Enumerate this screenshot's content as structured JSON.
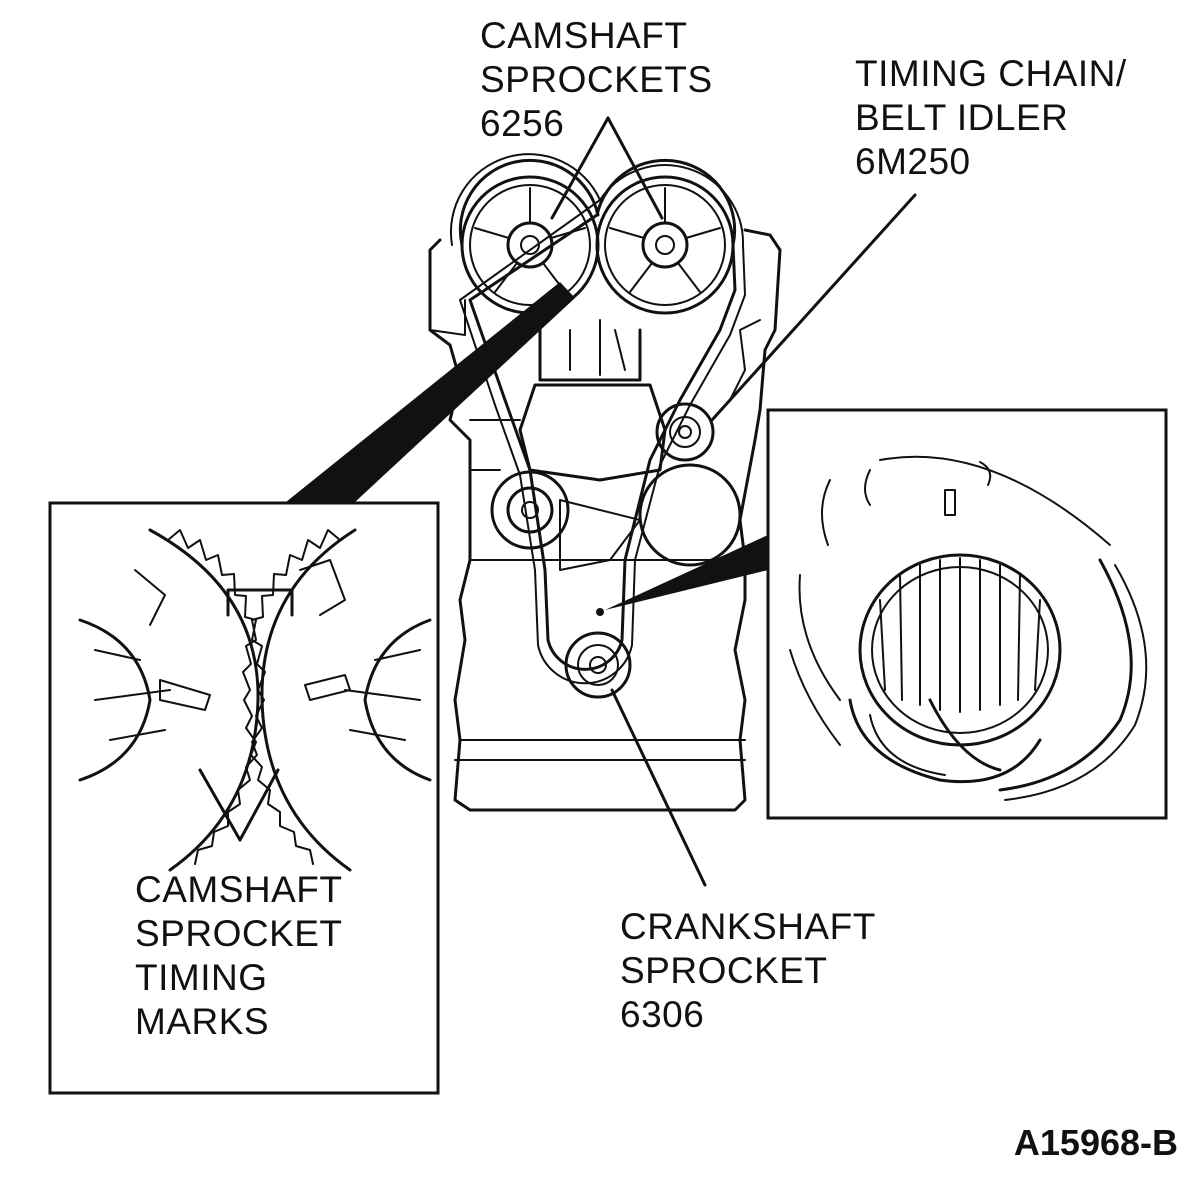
{
  "labels": {
    "camshaft_sprockets": [
      "CAMSHAFT",
      "SPROCKETS",
      "6256"
    ],
    "timing_chain_idler": [
      "TIMING CHAIN/",
      "BELT IDLER",
      "6M250"
    ],
    "camshaft_timing_marks": [
      "CAMSHAFT",
      "SPROCKET",
      "TIMING",
      "MARKS"
    ],
    "crankshaft_sprocket": [
      "CRANKSHAFT",
      "SPROCKET",
      "6306"
    ]
  },
  "figure_id": "A15968-B"
}
